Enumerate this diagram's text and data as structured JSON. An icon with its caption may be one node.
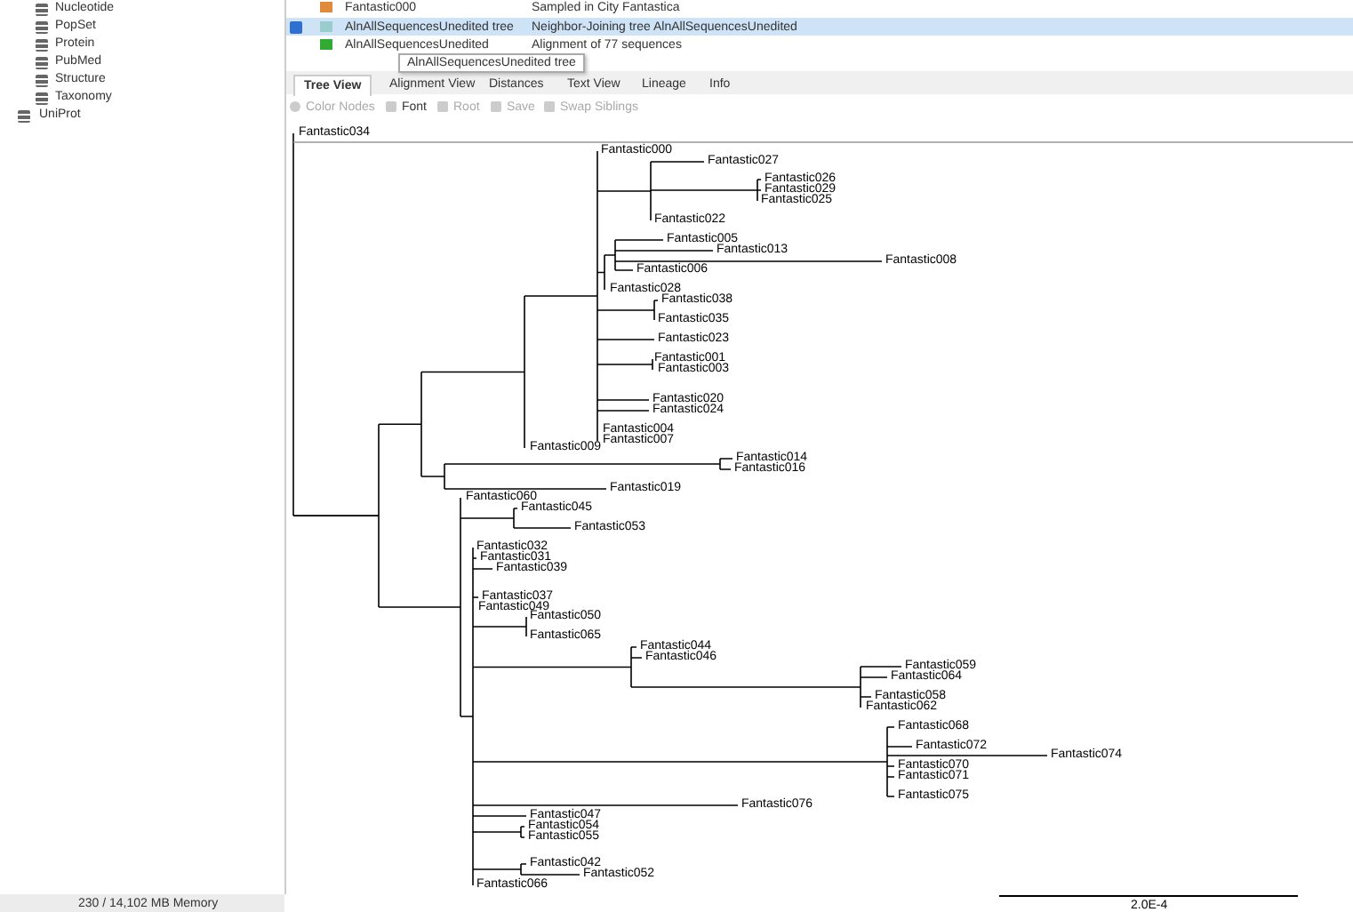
{
  "diagram": {
    "labels": [
      "Nucleotide",
      "PopSet",
      "Protein",
      "PubMed",
      "Structure",
      "Taxonomy",
      "UniProt",
      "Fantastic000",
      "Sampled in City Fantastica",
      "AlnAllSequencesUnedited tree",
      "Neighbor-Joining tree AlnAllSequencesUnedited",
      "AlnAllSequencesUnedited",
      "Alignment of 77 sequences",
      "AlnAllSequencesUnedited tree",
      "Tree View",
      "Alignment View",
      "Distances",
      "Text View",
      "Lineage",
      "Info",
      "Color Nodes",
      "Font",
      "Root",
      "Save",
      "Swap Siblings",
      "Fantastic034",
      "Fantastic000",
      "Fantastic027",
      "Fantastic026",
      "Fantastic029",
      "Fantastic025",
      "Fantastic022",
      "Fantastic005",
      "Fantastic013",
      "Fantastic008",
      "Fantastic006",
      "Fantastic028",
      "Fantastic038",
      "Fantastic035",
      "Fantastic023",
      "Fantastic001",
      "Fantastic003",
      "Fantastic020",
      "Fantastic024",
      "Fantastic004",
      "Fantastic007",
      "Fantastic009",
      "Fantastic014",
      "Fantastic016",
      "Fantastic019",
      "Fantastic060",
      "Fantastic045",
      "Fantastic053",
      "Fantastic032",
      "Fantastic031",
      "Fantastic039",
      "Fantastic037",
      "Fantastic049",
      "Fantastic050",
      "Fantastic065",
      "Fantastic044",
      "Fantastic046",
      "Fantastic059",
      "Fantastic064",
      "Fantastic058",
      "Fantastic062",
      "Fantastic068",
      "Fantastic072",
      "Fantastic074",
      "Fantastic070",
      "Fantastic071",
      "Fantastic075",
      "Fantastic076",
      "Fantastic047",
      "Fantastic054",
      "Fantastic055",
      "Fantastic042",
      "Fantastic052",
      "Fantastic066",
      "230 / 14,102 MB Memory",
      "2.0E-4"
    ]
  }
}
